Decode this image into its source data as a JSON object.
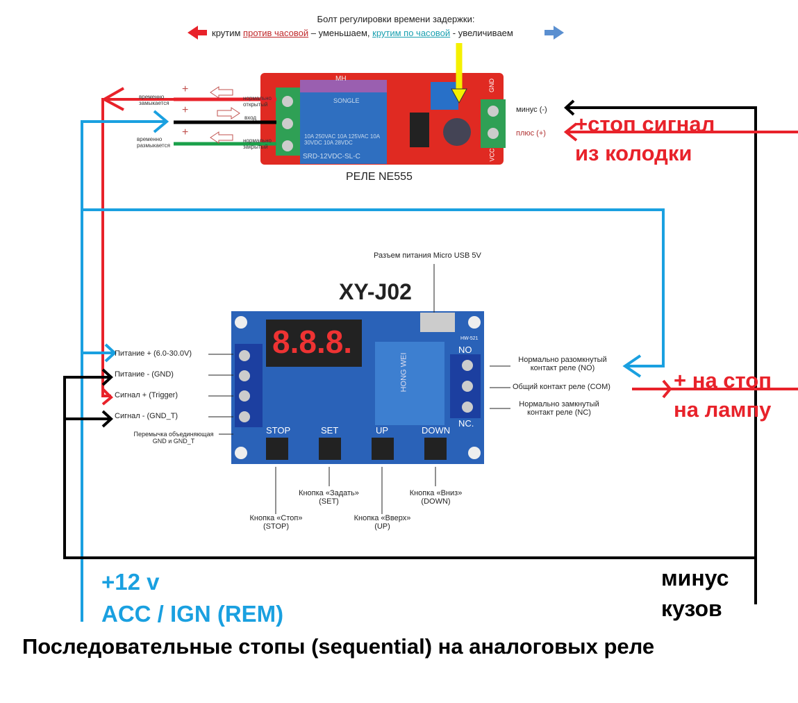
{
  "header": {
    "line1": "Болт регулировки времени задержки:",
    "line2_a": "крутим ",
    "line2_b": "против часовой",
    "line2_c": " – уменьшаем, ",
    "line2_d": "крутим по часовой",
    "line2_e": " - увеличиваем"
  },
  "relay1": {
    "name": "РЕЛЕ NE555",
    "labels": {
      "temp_close": "временно замыкается",
      "input_left": "",
      "temp_open": "временно размыкается",
      "no": "нормально открытый",
      "input": "вход",
      "nc": "нормально закрытый",
      "minus": "минус (-)",
      "plus": "плюс (+)"
    },
    "plus_sign": "+",
    "silk": {
      "mh": "MH",
      "songle": "SONGLE",
      "model": "SRD-12VDC-SL-C",
      "rating": "10A 250VAC 10A 125VAC 10A 30VDC 10A 28VDC",
      "gnd": "GND",
      "vcc": "VCC"
    }
  },
  "relay2": {
    "name": "XY-J02",
    "usb": "Разъем питания Micro USB 5V",
    "left": [
      "Питание + (6.0-30.0V)",
      "Питание - (GND)",
      "Сигнал + (Trigger)",
      "Сигнал - (GND_T)"
    ],
    "jumper": [
      "Перемычка объединяющая",
      "GND и GND_T"
    ],
    "right": [
      [
        "Нормально разомкнутый",
        "контакт реле (NO)"
      ],
      [
        "Общий контакт реле (COM)",
        ""
      ],
      [
        "Нормально замкнутый",
        "контакт реле (NC)"
      ]
    ],
    "buttons": [
      [
        "Кнопка «Стоп»",
        "(STOP)"
      ],
      [
        "Кнопка «Задать»",
        "(SET)"
      ],
      [
        "Кнопка «Вверх»",
        "(UP)"
      ],
      [
        "Кнопка «Вниз»",
        "(DOWN)"
      ]
    ],
    "silk": {
      "stop": "STOP",
      "set": "SET",
      "up": "UP",
      "down": "DOWN",
      "no": "NO",
      "nc": "NC.",
      "hw": "HW-521",
      "hongwei": "HONG WEI",
      "display": "8.8.8."
    }
  },
  "annotations": {
    "stop_signal": [
      "+стоп сигнал",
      "из колодки"
    ],
    "to_lamp": [
      "+ на стоп",
      "на лампу"
    ],
    "ign": [
      "+12 v",
      "ACC / IGN (REM)"
    ],
    "ground": [
      "минус",
      "кузов"
    ]
  },
  "title": "Последовательные стопы (sequential) на аналоговых реле",
  "colors": {
    "red": "#e8222a",
    "blue": "#1aa0e0",
    "black": "#000000",
    "green": "#1aa04a",
    "relay1_pcb": "#e02a22",
    "relay2_pcb": "#2a62b8",
    "accent_text_red": "#e8222a",
    "accent_text_blue": "#1aa0e0"
  }
}
